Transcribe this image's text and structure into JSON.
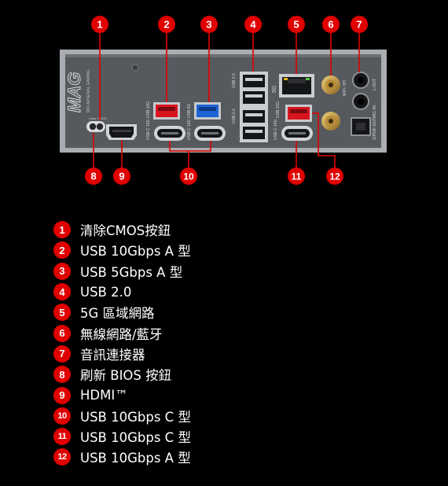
{
  "panel": {
    "brand": "MAG",
    "brand_sub": "MSI ARSENAL GAMING",
    "ports": {
      "usb20": "USB 2.0",
      "lan": "5G",
      "usb10g": "USB 10G",
      "usb5g": "USB 5G",
      "usbc": "USB-C 10G",
      "hdmi": "HDMI",
      "wifi": "WiFi / BT",
      "mic": "MIC-IN",
      "lineout": "L-OUT",
      "spdif": "S/PDIF-OUT",
      "cmos": "Clear CMOS",
      "flash": "Flash BIOS Button"
    }
  },
  "callouts_top": [
    "1",
    "2",
    "3",
    "4",
    "5",
    "6",
    "7"
  ],
  "callouts_bottom": [
    "8",
    "9",
    "10",
    "11",
    "12"
  ],
  "legend": [
    {
      "num": "1",
      "text": "清除CMOS按鈕"
    },
    {
      "num": "2",
      "text": "USB 10Gbps A 型"
    },
    {
      "num": "3",
      "text": "USB 5Gbps A 型"
    },
    {
      "num": "4",
      "text": "USB 2.0"
    },
    {
      "num": "5",
      "text": "5G 區域網路"
    },
    {
      "num": "6",
      "text": "無線網路/藍牙"
    },
    {
      "num": "7",
      "text": "音訊連接器"
    },
    {
      "num": "8",
      "text": "刷新 BIOS 按鈕"
    },
    {
      "num": "9",
      "text": "HDMI™"
    },
    {
      "num": "10",
      "text": "USB 10Gbps C 型"
    },
    {
      "num": "11",
      "text": "USB 10Gbps C 型"
    },
    {
      "num": "12",
      "text": "USB 10Gbps A 型"
    }
  ],
  "colors": {
    "accent": "#e00000",
    "panel": "#5a5d62",
    "background": "#000000",
    "usb_red": "#d8141e",
    "usb_blue": "#1d63d6"
  }
}
